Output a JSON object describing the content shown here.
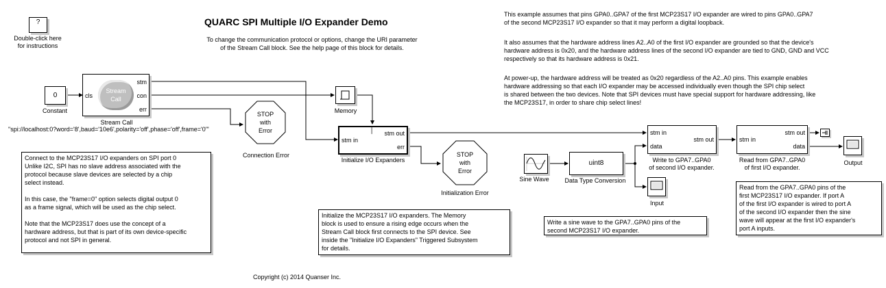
{
  "title": "QUARC SPI Multiple I/O Expander Demo",
  "subtitle": "To change the communication protocol or options, change the URI parameter\nof the Stream Call block. See the help page of this block for details.",
  "help_block": {
    "icon": "?",
    "label": "Double-click here\nfor instructions"
  },
  "right_text": [
    "This example assumes that pins GPA0..GPA7 of the first MCP23S17 I/O expander are wired to pins GPA0..GPA7\nof the second MCP23S17 I/O expander so that it may perform a digital loopback.",
    "It also assumes that the hardware address lines A2..A0 of the first I/O expander are grounded so that the device's\nhardware address is 0x20, and the hardware address lines of the second I/O expander are tied to GND, GND and VCC\nrespectively so that its hardware address is 0x21.",
    "At power-up, the hardware address will be treated as 0x20 regardless of the A2..A0 pins. This example enables\nhardware addressing so that each I/O expander may be accessed individually even though the SPI chip select\nis shared between the two devices. Note that SPI devices must have special support for hardware addressing, like\nthe MCP23S17, in order to share chip select lines!"
  ],
  "constant": {
    "value": "0",
    "label": "Constant"
  },
  "stream_call": {
    "icon_text": "Stream\nCall",
    "port_in": "cls",
    "ports_out": [
      "stm",
      "con",
      "err"
    ],
    "label": "Stream Call",
    "uri": "\"spi://localhost:0?word='8',baud='10e6',polarity='off',phase='off',frame='0'\""
  },
  "stop_connection": {
    "text": "STOP\nwith\nError",
    "label": "Connection Error"
  },
  "memory": {
    "label": "Memory"
  },
  "init_block": {
    "port_in": "stm in",
    "port_out_stm": "stm out",
    "port_out_err": "err",
    "label": "Initialize I/O Expanders"
  },
  "stop_init": {
    "text": "STOP\nwith\nError",
    "label": "Initialization Error"
  },
  "sine": {
    "label": "Sine Wave"
  },
  "dtc": {
    "text": "uint8",
    "label": "Data Type Conversion"
  },
  "input_scope": {
    "label": "Input"
  },
  "write_block": {
    "port_in_stm": "stm in",
    "port_in_data": "data",
    "port_out": "stm out",
    "label": "Write to GPA7..GPA0\nof second I/O expander."
  },
  "read_block": {
    "port_in": "stm in",
    "port_out_stm": "stm out",
    "port_out_data": "data",
    "label": "Read from GPA7..GPA0\nof first I/O expander."
  },
  "output_scope": {
    "label": "Output"
  },
  "notes": {
    "spi_port": "Connect to the MCP23S17 I/O expanders on SPI port 0\nUnlike I2C, SPI has no slave address associated with the\nprotocol because slave devices are selected by a chip\nselect instead.\n\nIn this case, the \"frame=0\" option selects digital output 0\nas a frame signal, which will be used as the chip select.\n\nNote that the MCP23S17 does use the concept of a\nhardware address, but that is part of its own device-specific\nprotocol and not SPI in general.",
    "init": "Initialize the MCP23S17 I/O expanders. The Memory\nblock is used to ensure a rising edge occurs when the\nStream Call block first connects to the SPI device. See\ninside the \"Initialize I/O Expanders\" Triggered Subsystem\nfor details.",
    "sine": "Write a sine wave to the GPA7..GPA0 pins of the\nsecond MCP23S17 I/O expander.",
    "read": "Read from the GPA7..GPA0 pins of the\nfirst MCP23S17 I/O expander. If port A\nof the first I/O expander is wired to port A\nof the second I/O expander then the sine\nwave will appear at the first I/O expander's\nport A inputs."
  },
  "copyright": "Copyright (c) 2014 Quanser Inc."
}
